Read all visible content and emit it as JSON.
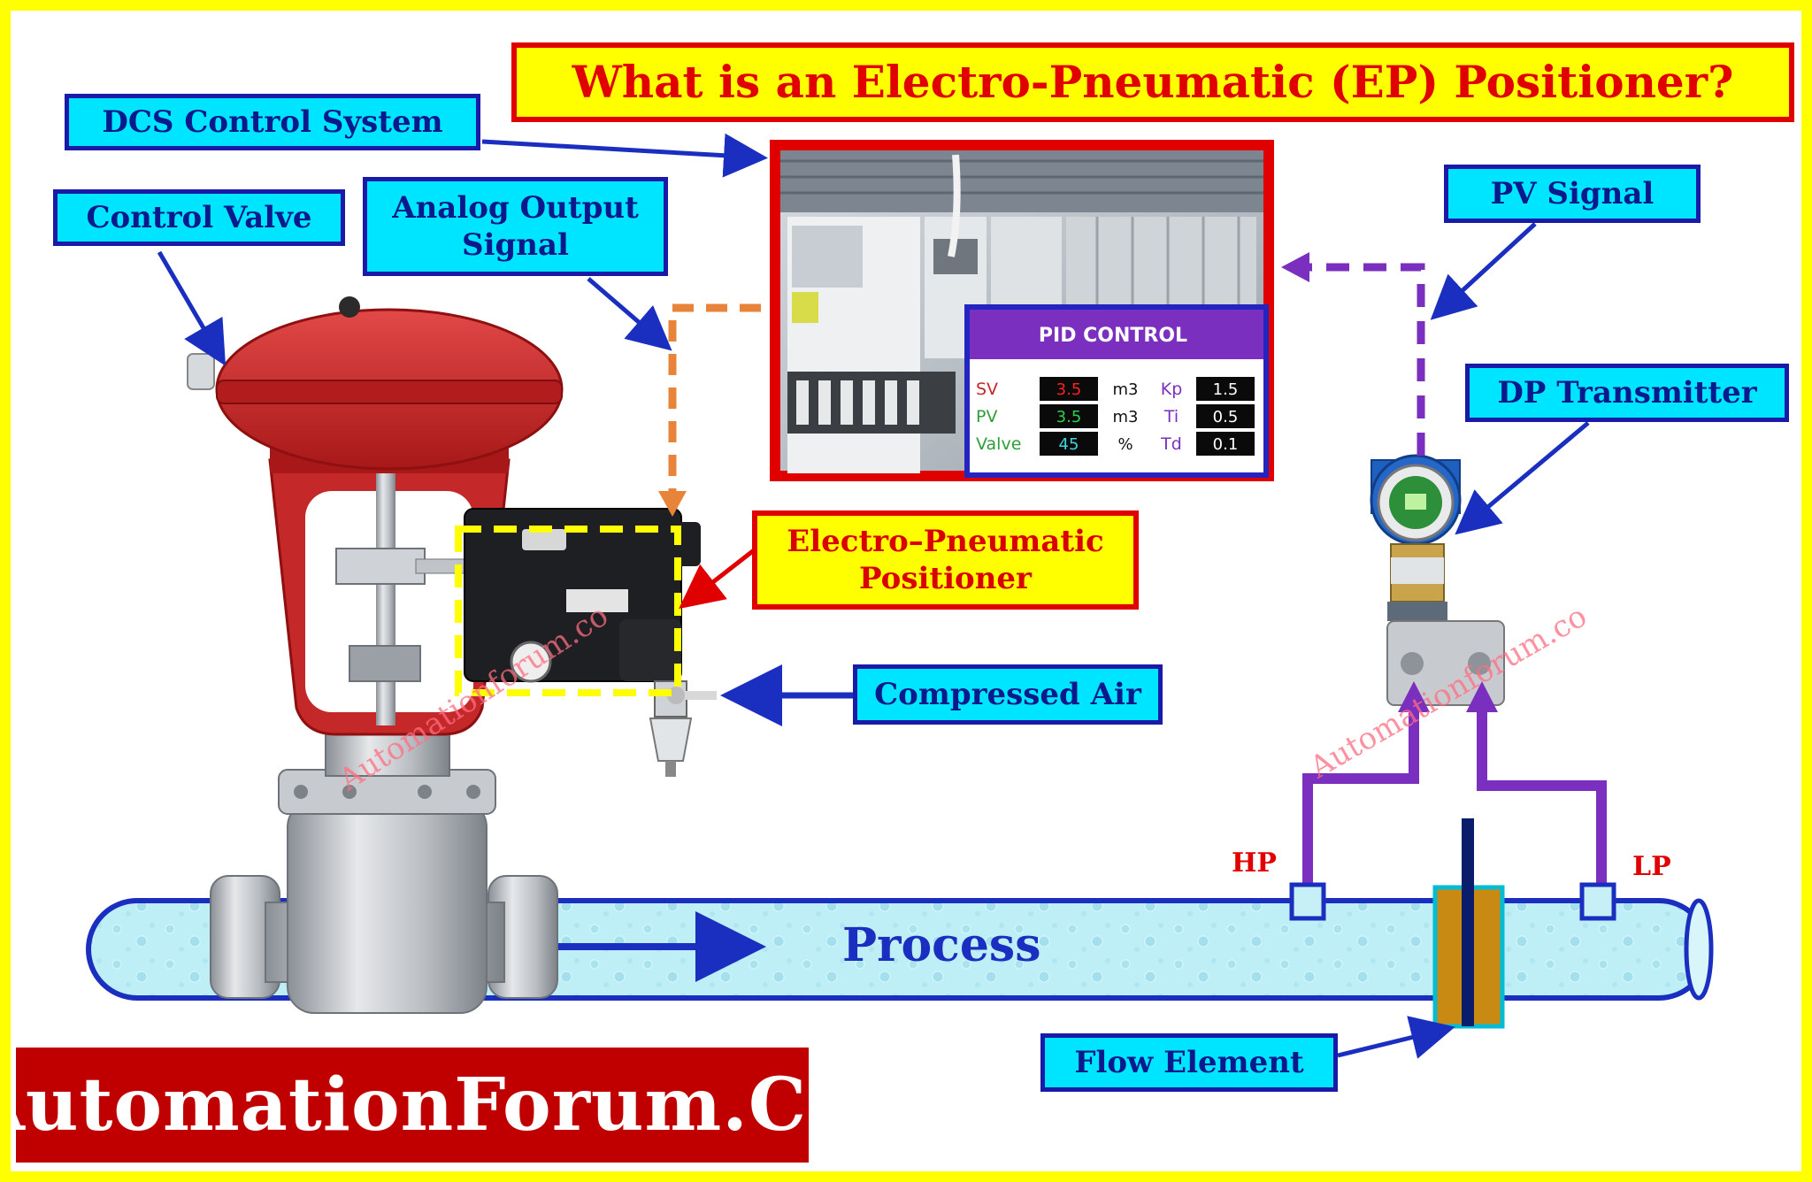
{
  "title": "What is an Electro-Pneumatic (EP) Positioner?",
  "labels": {
    "dcs": "DCS Control System",
    "control_valve": "Control Valve",
    "analog_output_line1": "Analog Output",
    "analog_output_line2": "Signal",
    "pv_signal": "PV Signal",
    "dp_transmitter": "DP Transmitter",
    "ep_positioner_line1": "Electro–Pneumatic",
    "ep_positioner_line2": "Positioner",
    "compressed_air": "Compressed Air",
    "flow_element": "Flow Element",
    "hp": "HP",
    "lp": "LP",
    "process": "Process"
  },
  "pid_panel": {
    "title": "PID CONTROL",
    "rows": [
      {
        "label": "SV",
        "label_color": "#c62828",
        "value": "3.5",
        "value_color": "#ff2020",
        "unit": "m3",
        "param": "Kp",
        "param_value": "1.5"
      },
      {
        "label": "PV",
        "label_color": "#2e9d3a",
        "value": "3.5",
        "value_color": "#29d04a",
        "unit": "m3",
        "param": "Ti",
        "param_value": "0.5"
      },
      {
        "label": "Valve",
        "label_color": "#2e9d3a",
        "value": "45",
        "value_color": "#3fd6e0",
        "unit": "%",
        "param": "Td",
        "param_value": "0.1"
      }
    ]
  },
  "brand": "AutomationForum.Co",
  "watermark": "Automationforum.co",
  "colors": {
    "frame": "#ffff00",
    "label_fill": "#00e5ff",
    "label_border": "#1a1aa8",
    "accent_red": "#e00000",
    "signal_orange": "#e8843a",
    "signal_purple": "#7b2fbe",
    "pipe_fill": "#bfeff6",
    "pipe_border": "#1a2fc0"
  }
}
